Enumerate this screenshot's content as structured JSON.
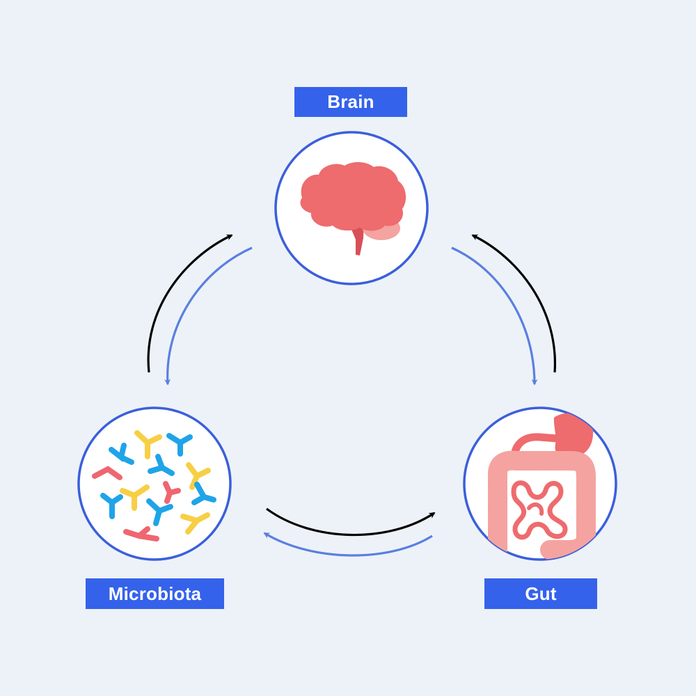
{
  "nodes": {
    "brain": {
      "label": "Brain"
    },
    "microbiota": {
      "label": "Microbiota"
    },
    "gut": {
      "label": "Gut"
    }
  },
  "colors": {
    "background": "#edf2f8",
    "label_bg": "#3562ea",
    "label_text": "#ffffff",
    "circle_border": "#3b5fdb",
    "arrow_primary": "#000000",
    "arrow_secondary": "#5a7fe0",
    "organ_red": "#ee6b6e",
    "organ_pink": "#f4a3a0",
    "bacteria_blue": "#1fa4e8",
    "bacteria_yellow": "#f7cf45",
    "bacteria_red": "#ef6670"
  },
  "icons": {
    "brain": "brain-icon",
    "microbiota": "bacteria-icon",
    "gut": "intestines-icon"
  },
  "connections": [
    {
      "from": "microbiota",
      "to": "brain"
    },
    {
      "from": "brain",
      "to": "microbiota"
    },
    {
      "from": "gut",
      "to": "brain"
    },
    {
      "from": "brain",
      "to": "gut"
    },
    {
      "from": "microbiota",
      "to": "gut"
    },
    {
      "from": "gut",
      "to": "microbiota"
    }
  ]
}
